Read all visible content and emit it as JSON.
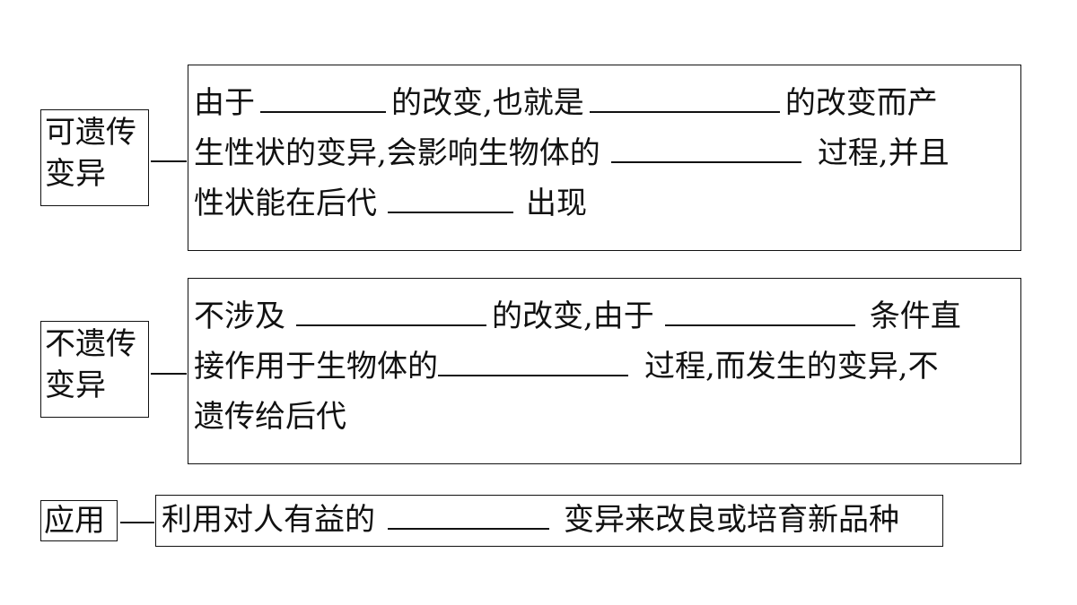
{
  "heritable": {
    "label_line1": "可遗传",
    "label_line2": "变异",
    "line1": {
      "a": "由于",
      "b": "的改变,也就是",
      "c": "的改变而产"
    },
    "line2": {
      "a": "生性状的变异,会影响生物体的",
      "b": "过程,并且"
    },
    "line3": {
      "a": "性状能在后代",
      "b": "出现"
    }
  },
  "nonheritable": {
    "label_line1": "不遗传",
    "label_line2": "变异",
    "line1": {
      "a": "不涉及",
      "b": "的改变,由于",
      "c": "条件直"
    },
    "line2": {
      "a": "接作用于生物体的",
      "b": "过程,而发生的变异,不"
    },
    "line3": {
      "a": "遗传给后代"
    }
  },
  "application": {
    "label": "应用",
    "text_a": "利用对人有益的",
    "text_b": "变异来改良或培育新品种"
  }
}
